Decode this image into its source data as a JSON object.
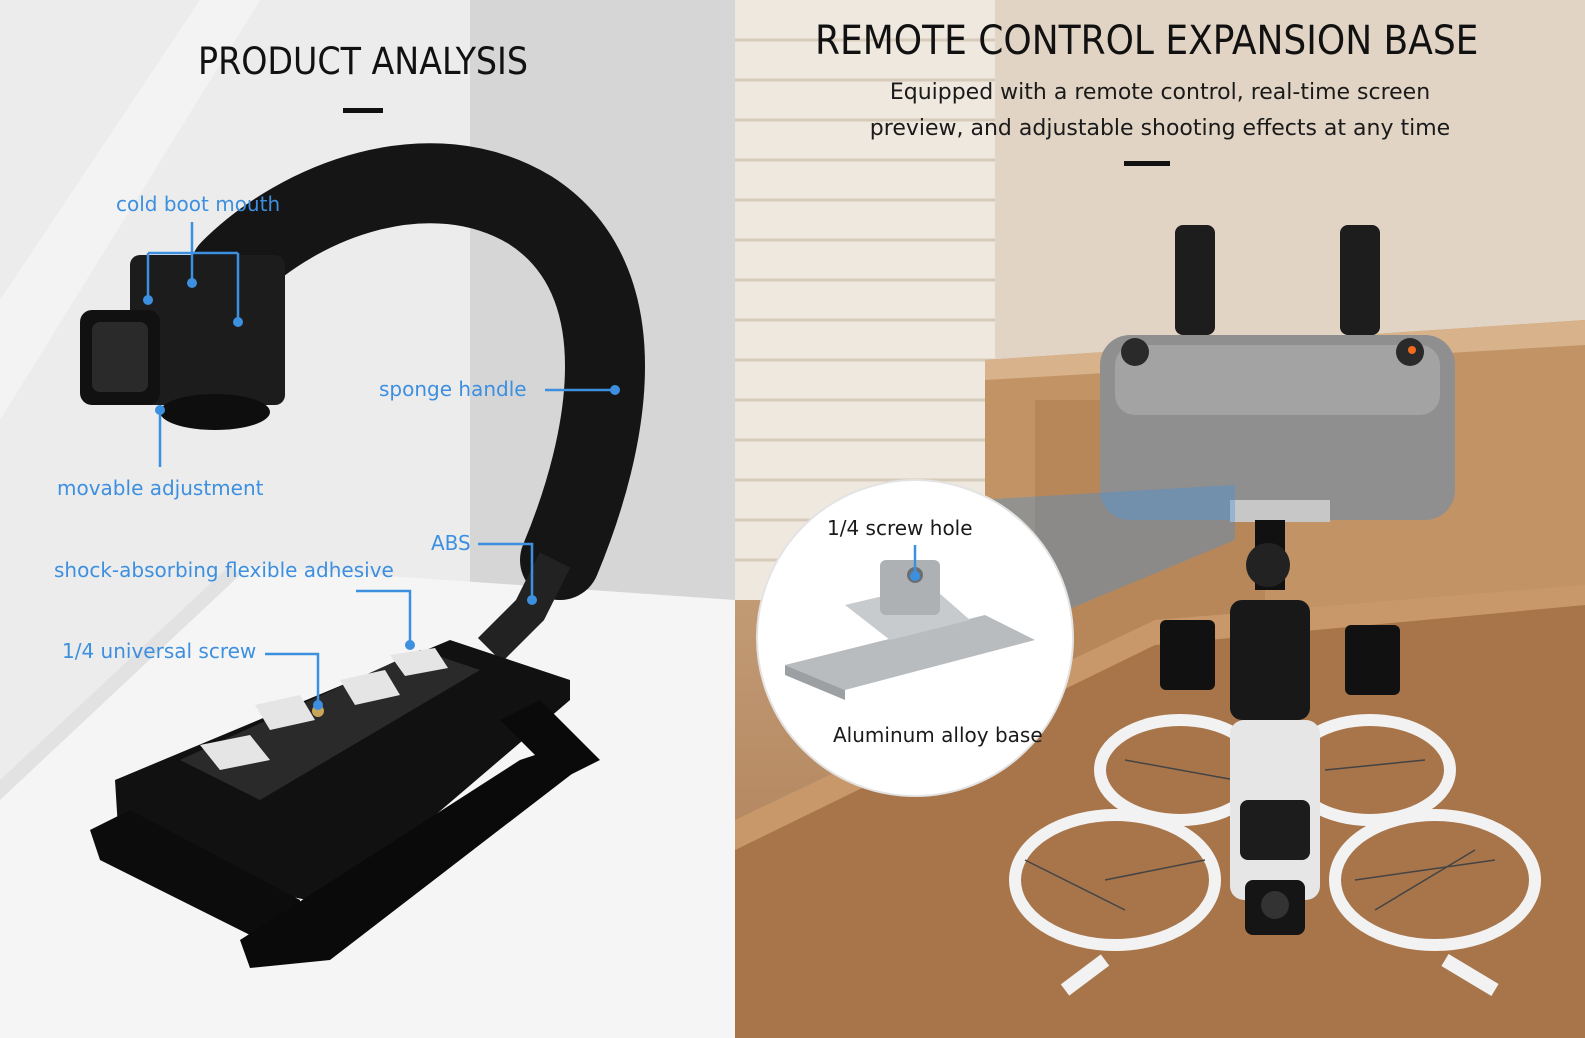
{
  "left_panel": {
    "title": "PRODUCT ANALYSIS",
    "labels": {
      "cold_boot_mouth": "cold boot mouth",
      "sponge_handle": "sponge handle",
      "movable_adjustment": "movable adjustment",
      "abs": "ABS",
      "shock_absorbing": "shock-absorbing flexible adhesive",
      "universal_screw": "1/4 universal screw"
    },
    "accent_color": "#3d8fe0"
  },
  "right_panel": {
    "title": "REMOTE CONTROL EXPANSION BASE",
    "subtitle_line1": "Equipped with a remote control, real-time screen",
    "subtitle_line2": "preview, and adjustable shooting effects at any time",
    "callout": {
      "screw_hole": "1/4 screw hole",
      "base": "Aluminum alloy base"
    }
  }
}
